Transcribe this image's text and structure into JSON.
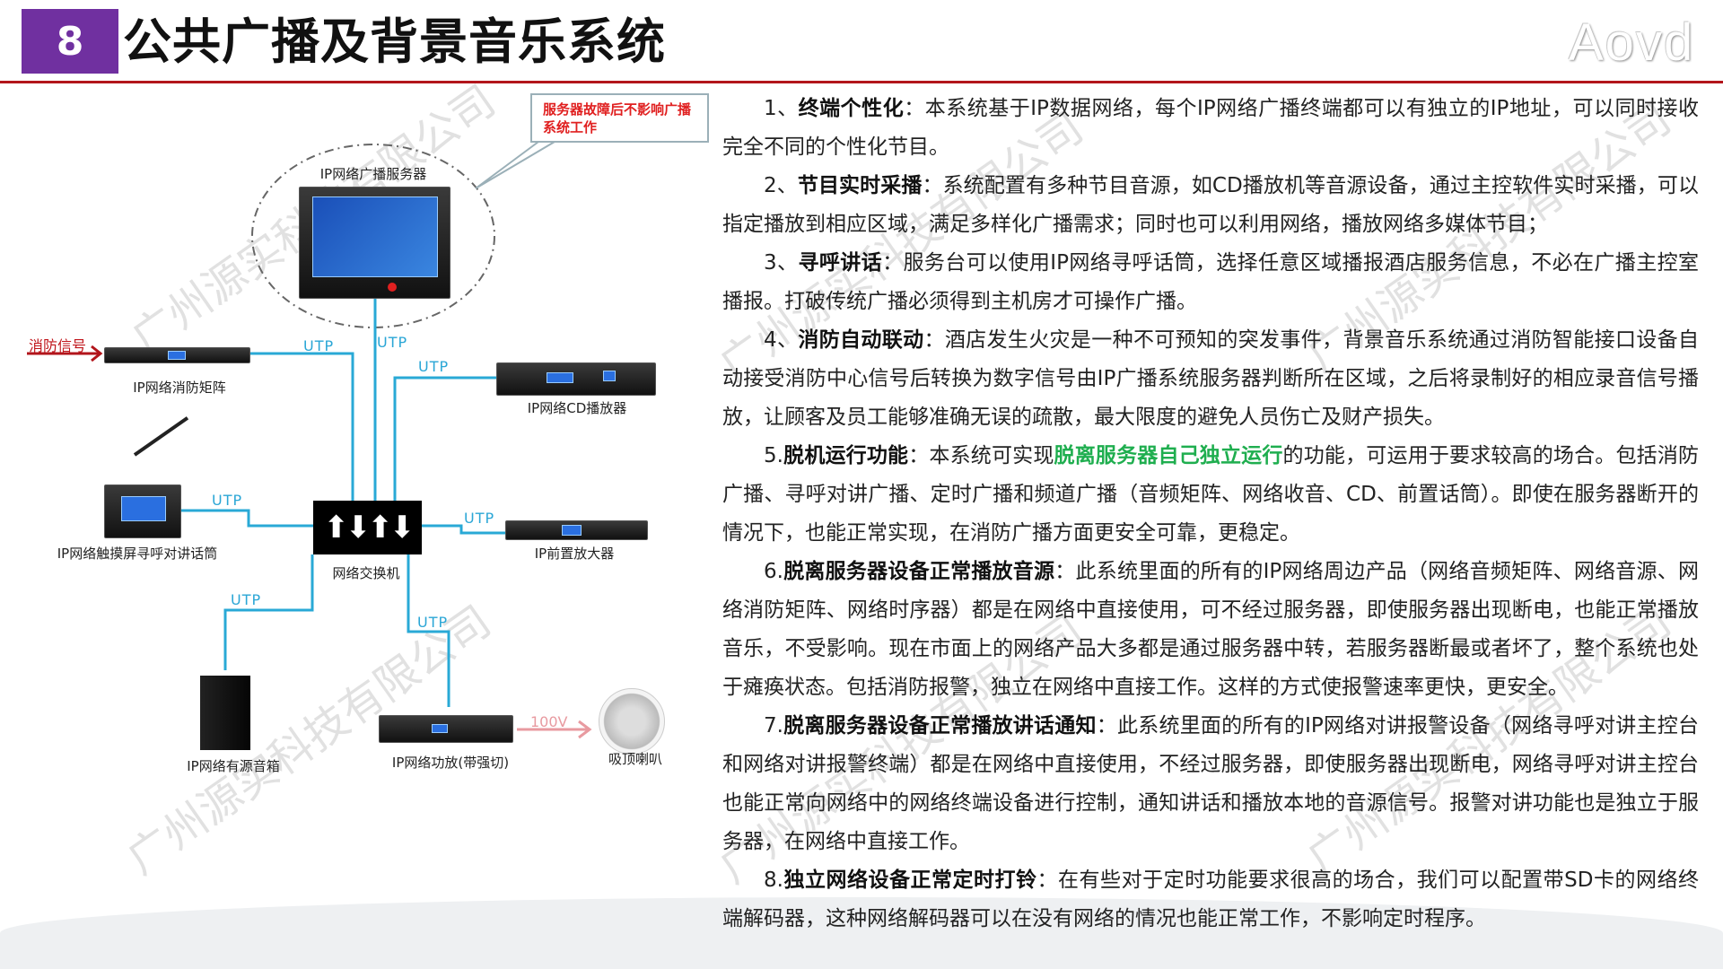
{
  "header": {
    "number": "8",
    "title": "公共广播及背景音乐系统",
    "logo": "Aovd"
  },
  "watermark": "广州源实科技有限公司",
  "diagram": {
    "callout": "服务器故障后不影响广播系统工作",
    "server_label": "IP网络广播服务器",
    "fire_signal": "消防信号",
    "fire_matrix": "IP网络消防矩阵",
    "cd_player": "IP网络CD播放器",
    "touch_mic": "IP网络触摸屏寻呼对讲话筒",
    "switch": "网络交换机",
    "preamp": "IP前置放大器",
    "active_speaker": "IP网络有源音箱",
    "amplifier": "IP网络功放(带强切)",
    "ceiling_speaker": "吸顶喇叭",
    "utp": "UTP",
    "voltage": "100V",
    "line_color": "#29a9d6"
  },
  "paragraphs": [
    {
      "num": "1、",
      "title": "终端个性化",
      "sep": "：",
      "text": "本系统基于IP数据网络，每个IP网络广播终端都可以有独立的IP地址，可以同时接收完全不同的个性化节目。"
    },
    {
      "num": "2、",
      "title": "节目实时采播",
      "sep": "：",
      "text": "系统配置有多种节目音源，如CD播放机等音源设备，通过主控软件实时采播，可以指定播放到相应区域，满足多样化广播需求；同时也可以利用网络，播放网络多媒体节目；"
    },
    {
      "num": "3、",
      "title": "寻呼讲话",
      "sep": "：",
      "text": "服务台可以使用IP网络寻呼话筒，选择任意区域播报酒店服务信息，不必在广播主控室播报。打破传统广播必须得到主机房才可操作广播。"
    },
    {
      "num": "4、",
      "title": "消防自动联动",
      "sep": "：",
      "text": "酒店发生火灾是一种不可预知的突发事件，背景音乐系统通过消防智能接口设备自动接受消防中心信号后转换为数字信号由IP广播系统服务器判断所在区域，之后将录制好的相应录音信号播放，让顾客及员工能够准确无误的疏散，最大限度的避免人员伤亡及财产损失。"
    },
    {
      "num": "5.",
      "title": "脱机运行功能",
      "sep": "：",
      "text": "本系统可实现",
      "highlight": "脱离服务器自己独立运行",
      "text_after": "的功能，可运用于要求较高的场合。包括消防广播、寻呼对讲广播、定时广播和频道广播（音频矩阵、网络收音、CD、前置话筒）。即使在服务器断开的情况下，也能正常实现，在消防广播方面更安全可靠，更稳定。"
    },
    {
      "num": "6.",
      "title": "脱离服务器设备正常播放音源",
      "sep": "：",
      "text": "此系统里面的所有的IP网络周边产品（网络音频矩阵、网络音源、网络消防矩阵、网络时序器）都是在网络中直接使用，可不经过服务器，即使服务器出现断电，也能正常播放音乐，不受影响。现在市面上的网络产品大多都是通过服务器中转，若服务器断最或者坏了，整个系统也处于瘫痪状态。包括消防报警，独立在网络中直接工作。这样的方式使报警速率更快，更安全。"
    },
    {
      "num": "7.",
      "title": "脱离服务器设备正常播放讲话通知",
      "sep": "：",
      "text": "此系统里面的所有的IP网络对讲报警设备（网络寻呼对讲主控台和网络对讲报警终端）都是在网络中直接使用，不经过服务器，即使服务器出现断电，网络寻呼对讲主控台也能正常向网络中的网络终端设备进行控制，通知讲话和播放本地的音源信号。报警对讲功能也是独立于服务器，在网络中直接工作。"
    },
    {
      "num": "8.",
      "title": "独立网络设备正常定时打铃",
      "sep": "：",
      "text": "在有些对于定时功能要求很高的场合，我们可以配置带SD卡的网络终端解码器，这种网络解码器可以在没有网络的情况也能正常工作，不影响定时程序。"
    }
  ],
  "colors": {
    "purple": "#7030a0",
    "red_rule": "#b2151b",
    "highlight": "#1fae4f",
    "callout_text": "#e02020"
  }
}
